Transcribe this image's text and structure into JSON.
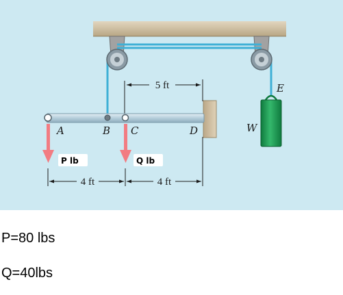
{
  "figure": {
    "points": {
      "a": "A",
      "b": "B",
      "c": "C",
      "d": "D",
      "e": "E",
      "w": "W"
    },
    "dimensions": {
      "top": "5 ft",
      "left": "4 ft",
      "right": "4 ft"
    },
    "forces": {
      "p": "P lb",
      "q": "Q lb"
    },
    "colors": {
      "background": "#cde9f2",
      "rope": "#3fb0d6",
      "arrow": "#f27c82",
      "weight": "#1f9a55",
      "wall": "#d3c3a6",
      "bar": "#bfd6e2"
    }
  },
  "given": {
    "p": "P=80 lbs",
    "q": "Q=40lbs"
  }
}
